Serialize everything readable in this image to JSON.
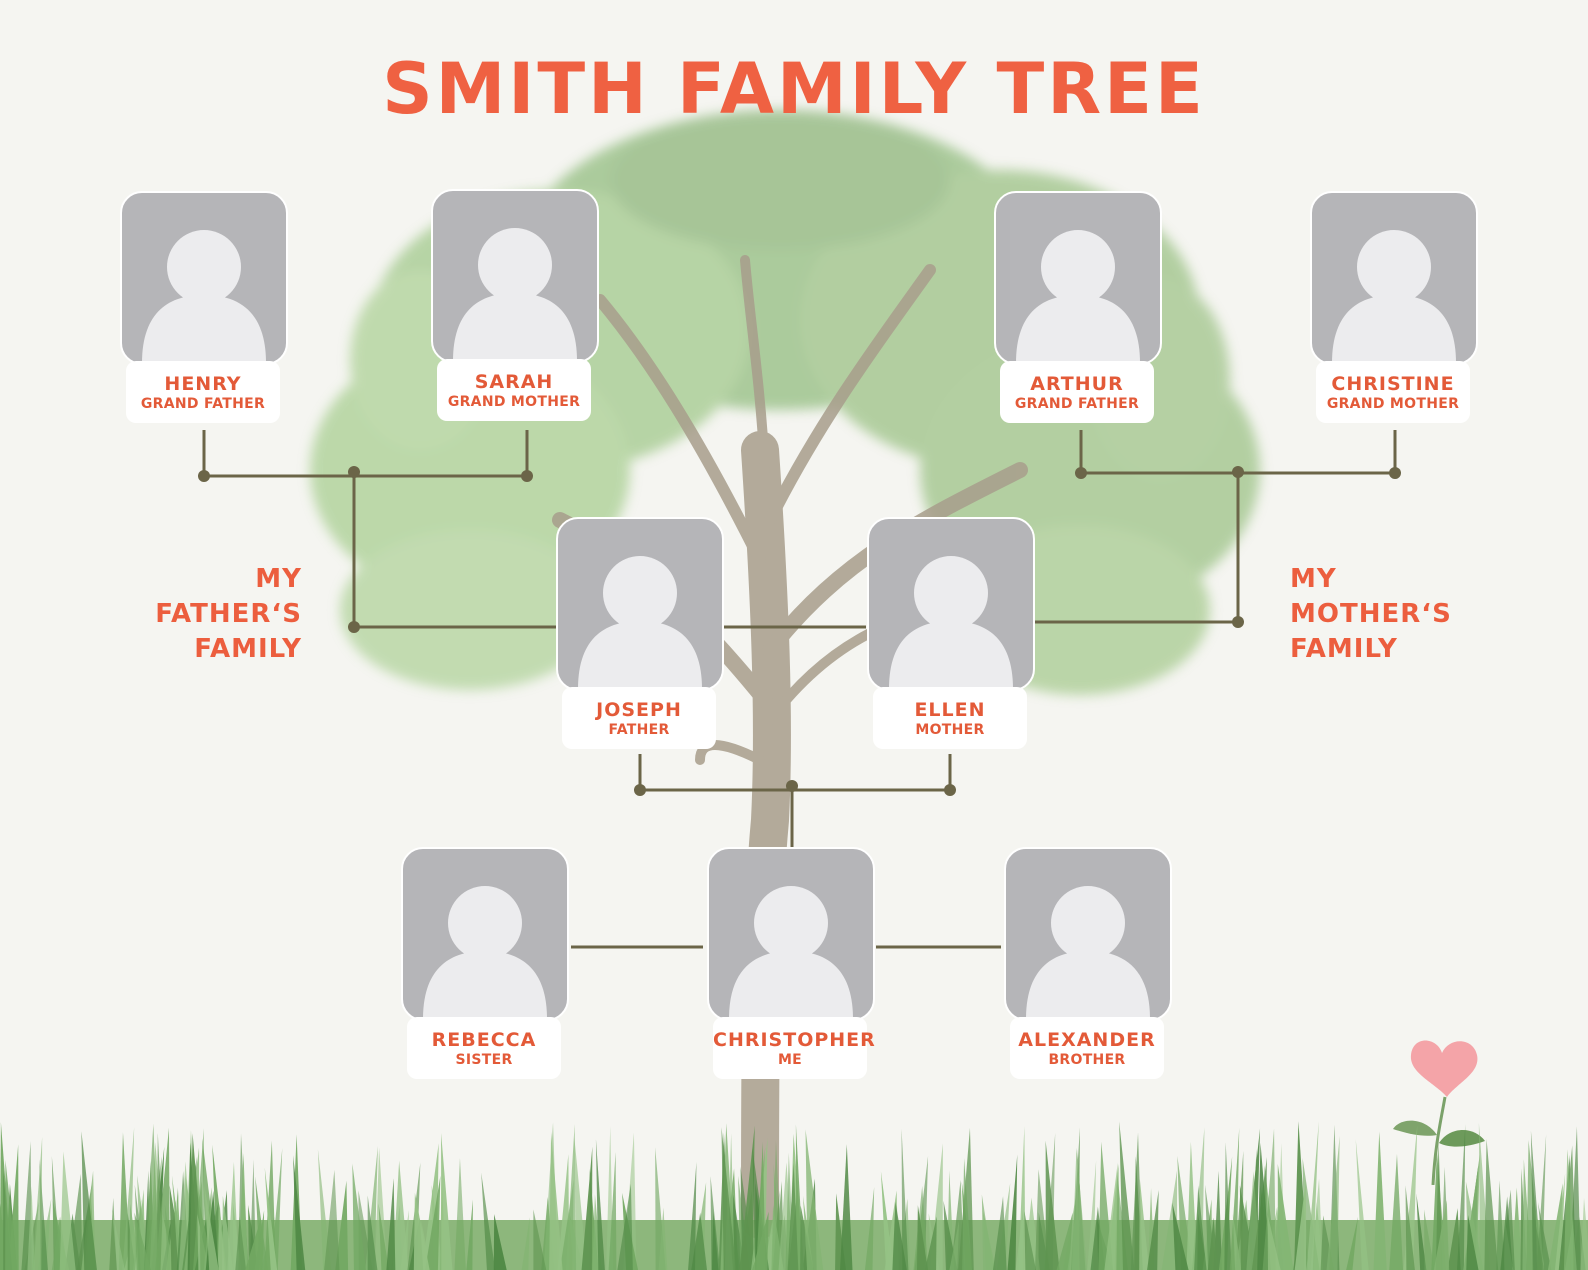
{
  "title": "SMITH FAMILY TREE",
  "colors": {
    "accent": "#ef6142",
    "photo_placeholder": "#b5b5b8",
    "silhouette": "#ececee",
    "connector": "#6b6548",
    "background": "#f5f5f1",
    "foliage": "#8fb87a",
    "grass": "#6e9e5c",
    "heart": "#f4a4a8"
  },
  "side_labels": {
    "fathers_family": [
      "MY",
      "FATHER‘S",
      "FAMILY"
    ],
    "mothers_family": [
      "MY",
      "MOTHER‘S",
      "FAMILY"
    ]
  },
  "people": {
    "henry": {
      "name": "HENRY",
      "role": "GRAND FATHER"
    },
    "sarah": {
      "name": "SARAH",
      "role": "GRAND MOTHER"
    },
    "arthur": {
      "name": "ARTHUR",
      "role": "GRAND FATHER"
    },
    "christine": {
      "name": "CHRISTINE",
      "role": "GRAND MOTHER"
    },
    "joseph": {
      "name": "JOSEPH",
      "role": "FATHER"
    },
    "ellen": {
      "name": "ELLEN",
      "role": "MOTHER"
    },
    "rebecca": {
      "name": "REBECCA",
      "role": "SISTER"
    },
    "christopher": {
      "name": "CHRISTOPHER",
      "role": "ME"
    },
    "alexander": {
      "name": "ALEXANDER",
      "role": "BROTHER"
    }
  },
  "decorations": [
    "tree-illustration",
    "grass-border",
    "heart-flower-icon"
  ]
}
